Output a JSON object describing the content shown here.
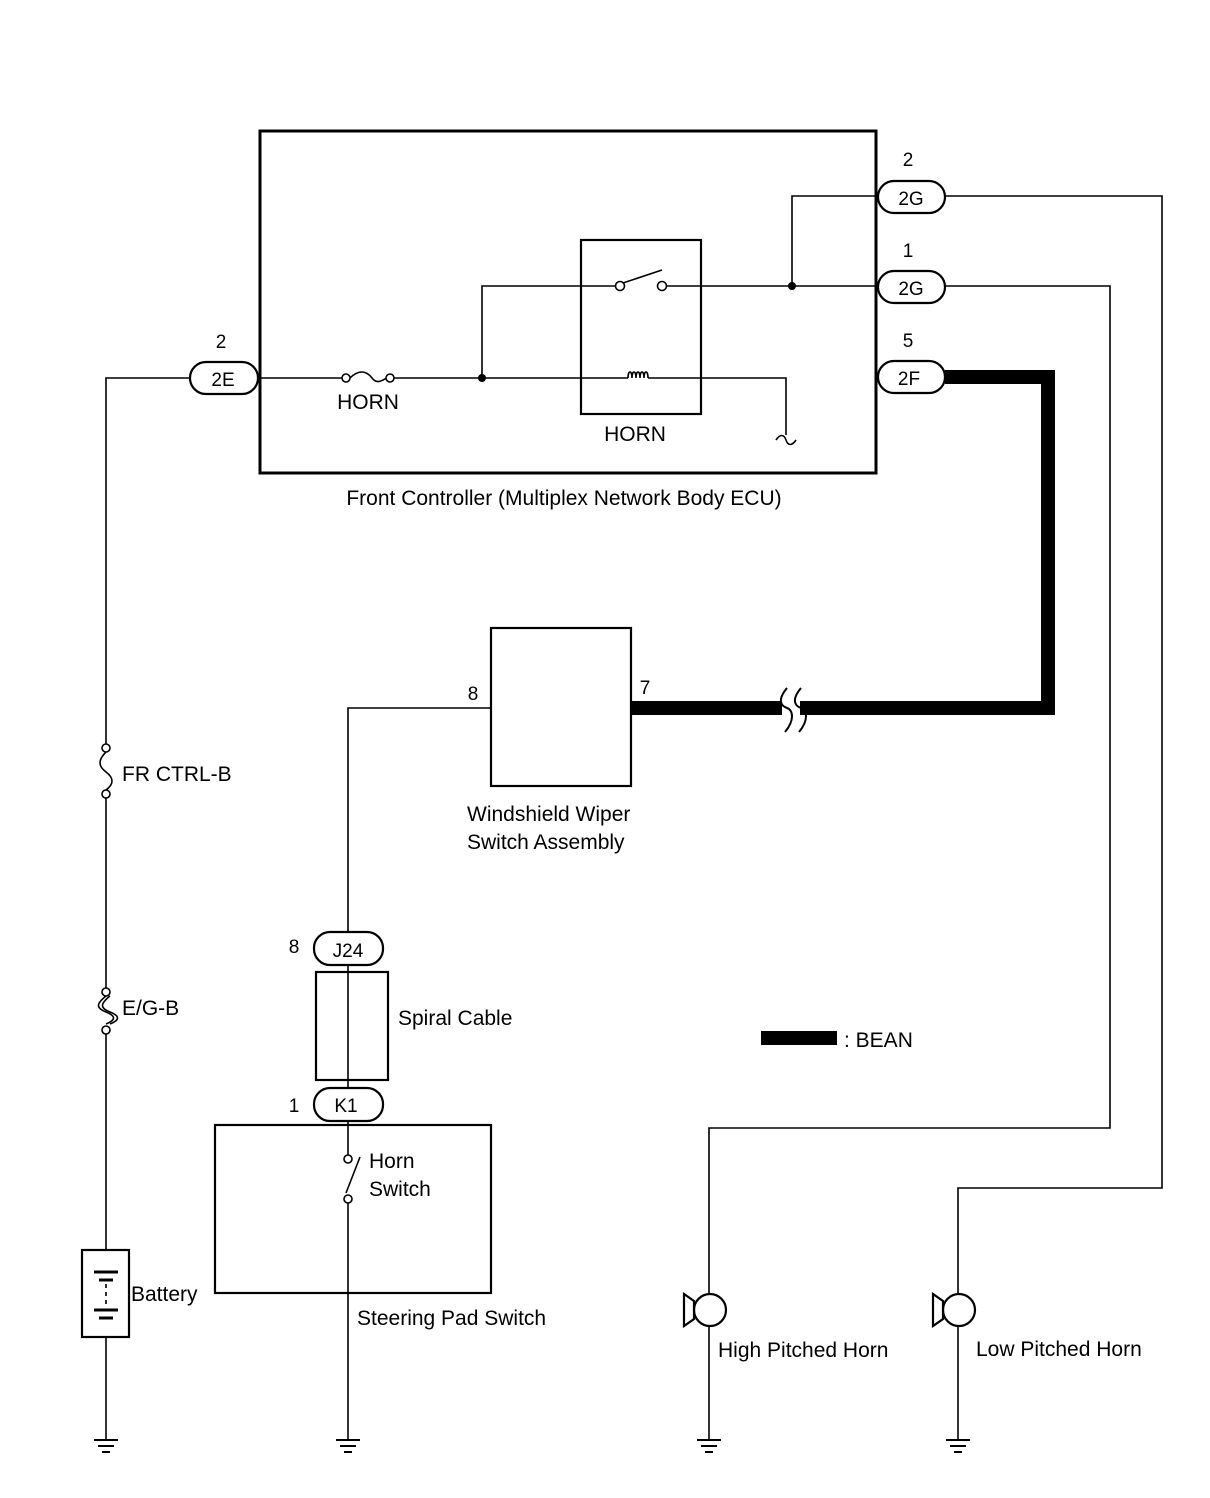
{
  "ecu": {
    "name": "Front Controller (Multiplex Network Body ECU)",
    "fuse_label": "HORN",
    "relay_label": "HORN"
  },
  "connectors": {
    "ecu_2e": {
      "code": "2E",
      "pin": "2"
    },
    "ecu_2g_top": {
      "code": "2G",
      "pin": "2"
    },
    "ecu_2g_mid": {
      "code": "2G",
      "pin": "1"
    },
    "ecu_2f": {
      "code": "2F",
      "pin": "5"
    },
    "j24": {
      "code": "J24",
      "pin": "8"
    },
    "k1": {
      "code": "K1",
      "pin": "1"
    }
  },
  "wiper_switch": {
    "name_line1": "Windshield Wiper",
    "name_line2": "Switch Assembly",
    "pin_left": "8",
    "pin_right": "7"
  },
  "fuses": {
    "fr_ctrl": "FR CTRL-B",
    "eg": "E/G-B"
  },
  "components": {
    "spiral_cable": "Spiral Cable",
    "battery": "Battery",
    "horn_switch_line1": "Horn",
    "horn_switch_line2": "Switch",
    "steering_pad": "Steering Pad Switch",
    "high_horn": "High Pitched Horn",
    "low_horn": "Low Pitched Horn"
  },
  "legend": {
    "label": ": BEAN"
  }
}
